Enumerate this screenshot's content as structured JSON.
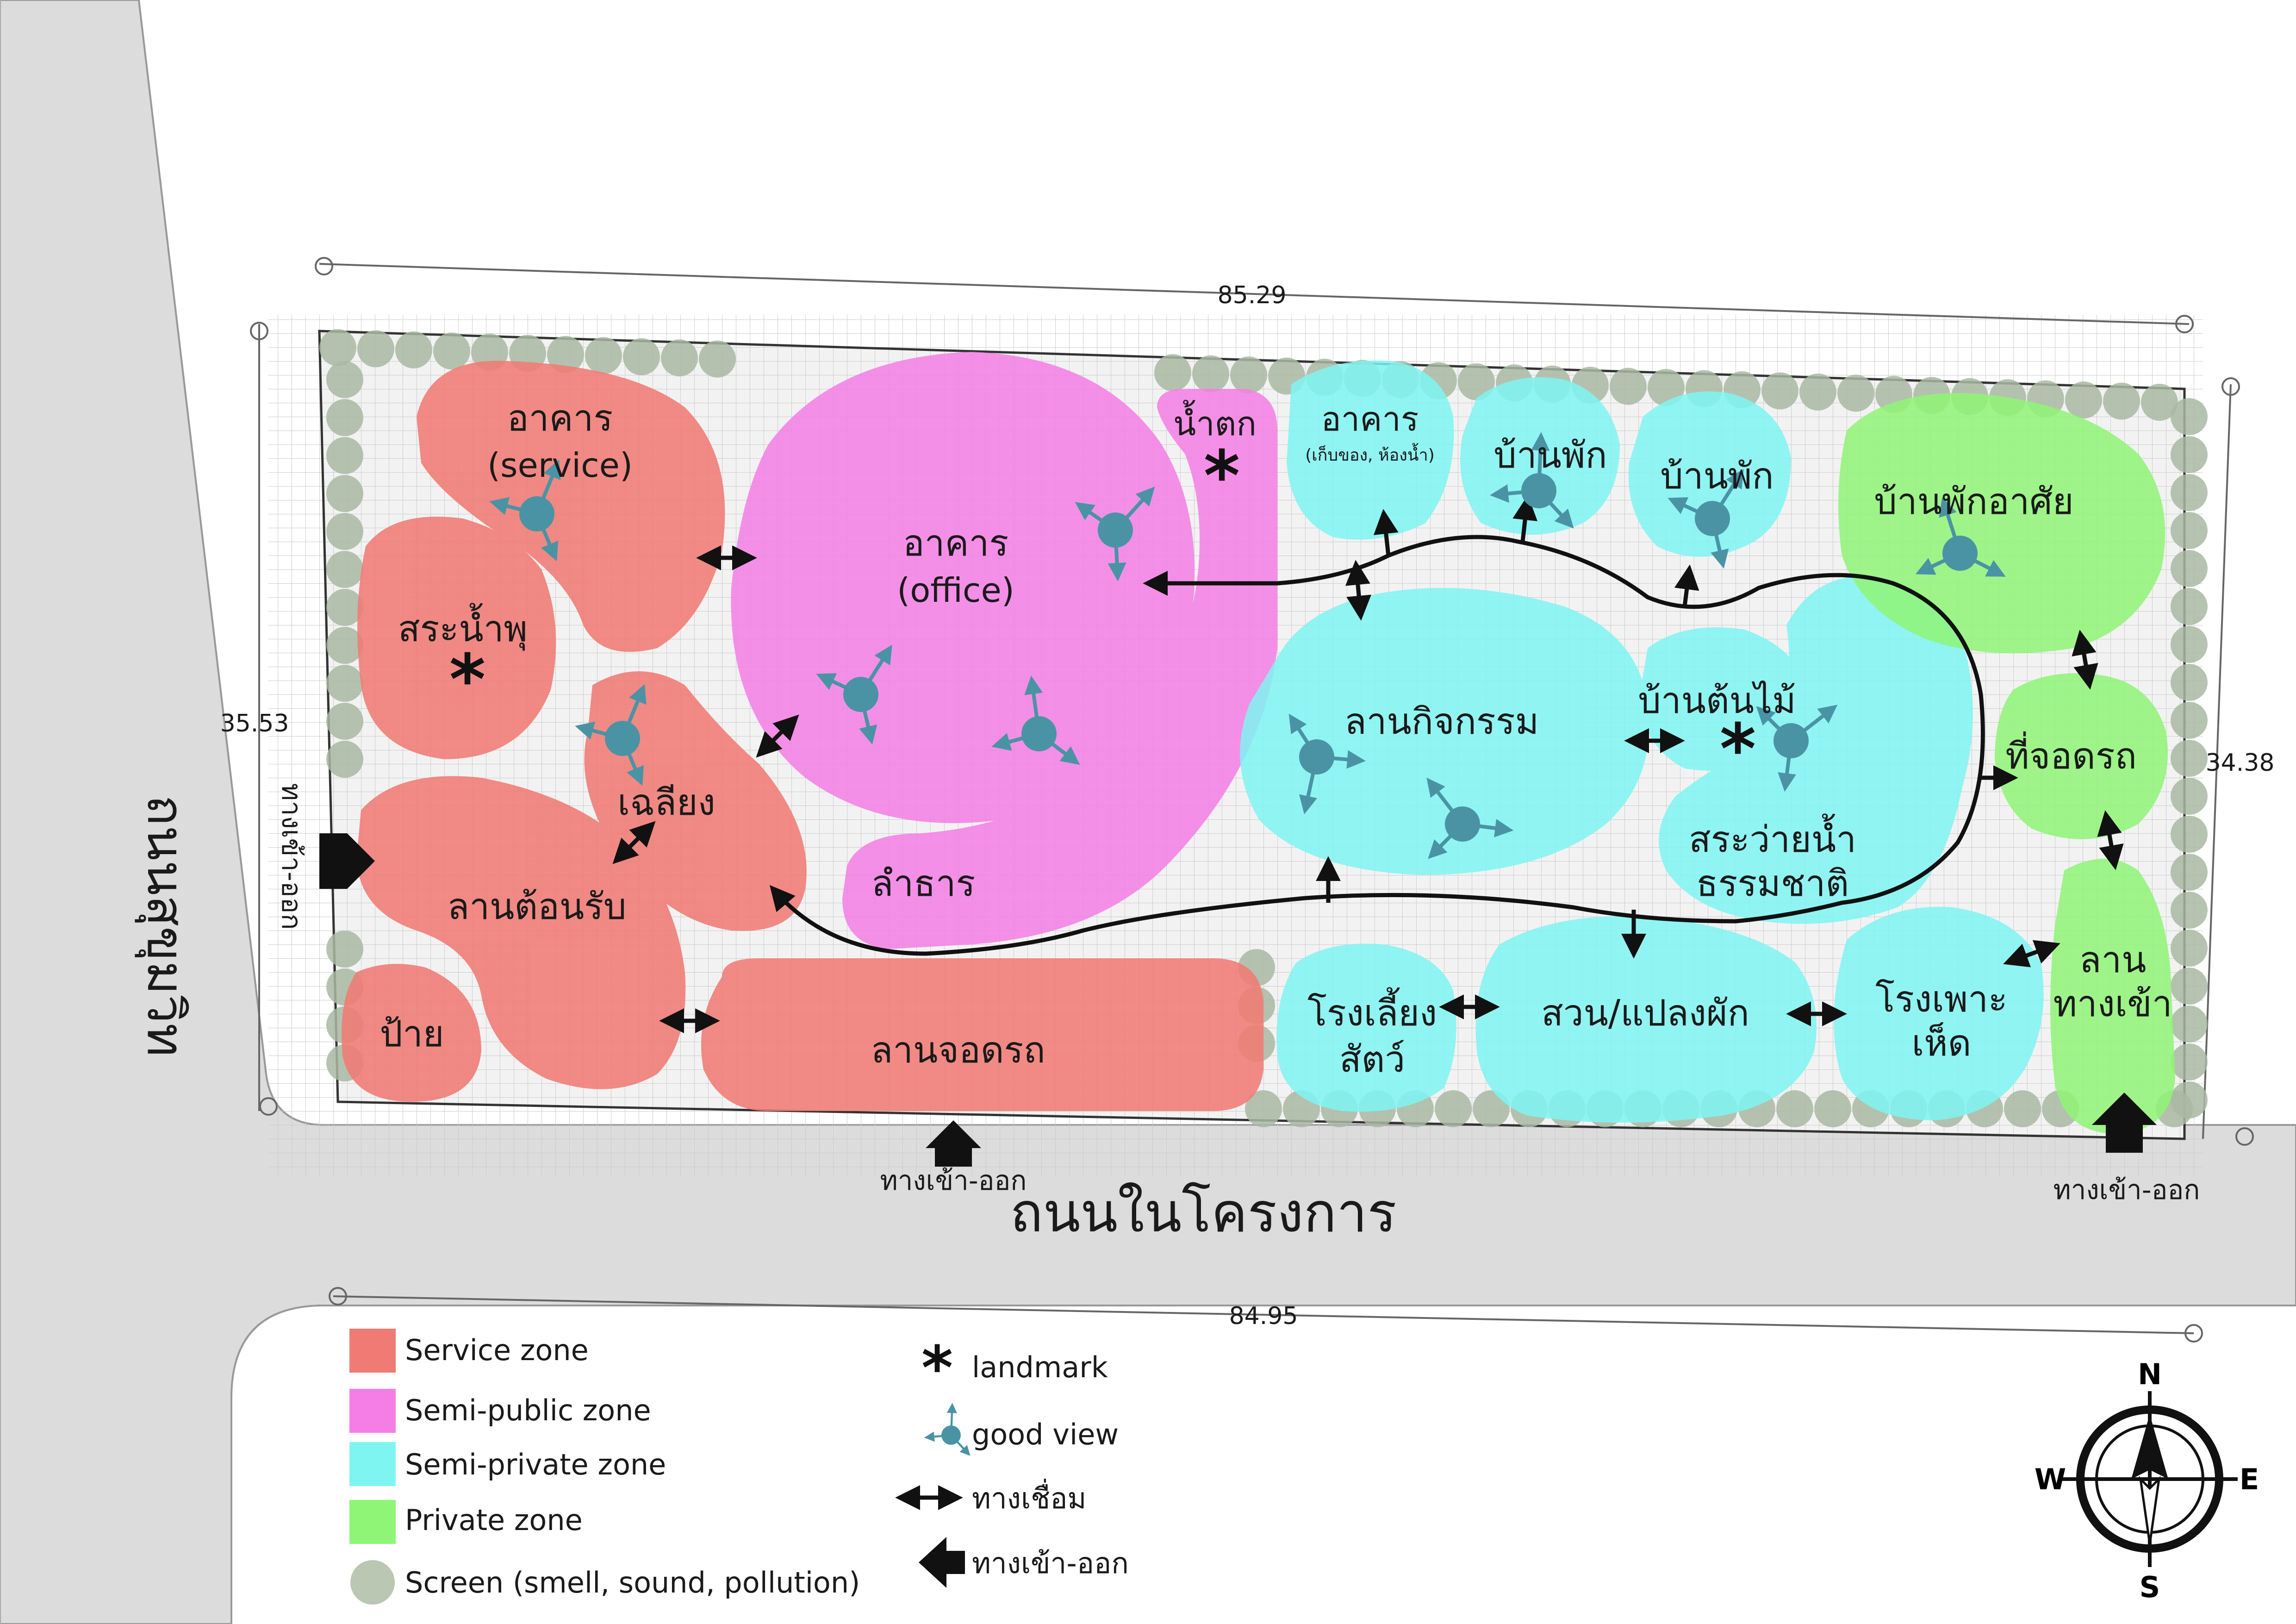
{
  "roads": {
    "left_road": "ถนนสุขุมวิท",
    "bottom_road": "ถนนในโครงการ"
  },
  "dimensions": {
    "top": "85.29",
    "bottom": "84.95",
    "left": "35.53",
    "right": "34.38"
  },
  "zones": {
    "building_service_1": "อาคาร",
    "building_service_2": "(service)",
    "spring": "สระน้ำพุ",
    "pavilion": "เฉลียง",
    "reception": "ลานต้อนรับ",
    "sign": "ป้าย",
    "parking_front": "ลานจอดรถ",
    "waterfall": "น้ำตก",
    "building_office_1": "อาคาร",
    "building_office_2": "(office)",
    "stream": "ลำธาร",
    "storage_1": "อาคาร",
    "storage_2": "(เก็บของ, ห้องน้ำ)",
    "house_1": "บ้านพัก",
    "house_2": "บ้านพัก",
    "activity_yard": "ลานกิจกรรม",
    "tree_house": "บ้านต้นไม้",
    "pool_1": "สระว่ายน้ำ",
    "pool_2": "ธรรมชาติ",
    "livestock_1": "โรงเลี้ยง",
    "livestock_2": "สัตว์",
    "garden": "สวน/แปลงผัก",
    "mushroom_1": "โรงเพาะ",
    "mushroom_2": "เห็ด",
    "residence": "บ้านพักอาศัย",
    "parking_private": "ที่จอดรถ",
    "entrance_yard_1": "ลาน",
    "entrance_yard_2": "ทางเข้า"
  },
  "entrances": {
    "left": "ทางเข้า-ออก",
    "bottom_mid": "ทางเข้า-ออก",
    "bottom_right": "ทางเข้า-ออก"
  },
  "legend": {
    "items": [
      {
        "label": "Service zone",
        "color": "#f07b74"
      },
      {
        "label": "Semi-public zone",
        "color": "#f57ee6"
      },
      {
        "label": "Semi-private zone",
        "color": "#7ff5f2"
      },
      {
        "label": "Private zone",
        "color": "#8ff576"
      },
      {
        "label": "Screen (smell, sound, pollution)",
        "color": "#b9c7b3"
      }
    ],
    "symbols": [
      {
        "label": "landmark",
        "icon": "asterisk-icon"
      },
      {
        "label": "good view",
        "icon": "view-icon"
      },
      {
        "label": "ทางเชื่อม",
        "icon": "double-arrow-icon"
      },
      {
        "label": "ทางเข้า-ออก",
        "icon": "entrance-arrow-icon"
      }
    ]
  },
  "compass": {
    "n": "N",
    "s": "S",
    "e": "E",
    "w": "W"
  },
  "colors": {
    "service": "#f07b74",
    "semi_public": "#f57ee6",
    "semi_private": "#7ff5f2",
    "private": "#8ff576",
    "screen": "#a9b9a3",
    "view_dot": "#4a93a5",
    "road": "#dcdcdc"
  }
}
